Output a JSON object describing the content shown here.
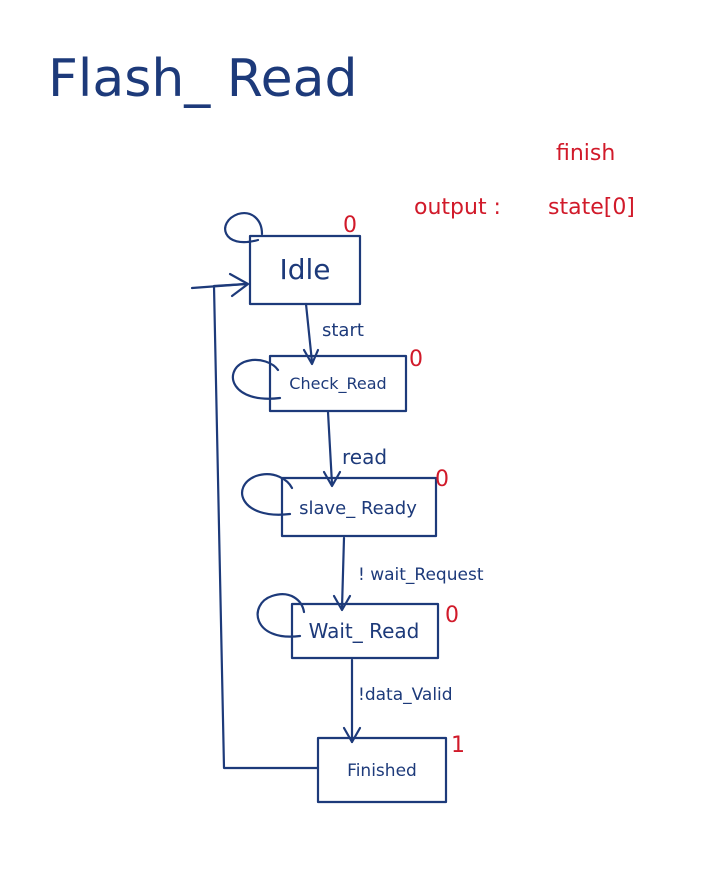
{
  "title": "Flash_ Read",
  "output": {
    "label": "output :",
    "signal_name": "finish",
    "signal_expr": "state[0]"
  },
  "states": [
    {
      "id": "idle",
      "label": "Idle",
      "output": "0"
    },
    {
      "id": "check_read",
      "label": "Check_Read",
      "output": "0"
    },
    {
      "id": "slave_ready",
      "label": "slave_ Ready",
      "output": "0"
    },
    {
      "id": "wait_read",
      "label": "Wait_ Read",
      "output": "0"
    },
    {
      "id": "finished",
      "label": "Finished",
      "output": "1"
    }
  ],
  "transitions": [
    {
      "from": "idle",
      "to": "check_read",
      "label": "start"
    },
    {
      "from": "check_read",
      "to": "slave_ready",
      "label": "read"
    },
    {
      "from": "slave_ready",
      "to": "wait_read",
      "label": "! wait_Request"
    },
    {
      "from": "wait_read",
      "to": "finished",
      "label": "!data_Valid"
    },
    {
      "from": "finished",
      "to": "idle",
      "label": ""
    }
  ],
  "colors": {
    "ink_blue": "#1d3a7a",
    "ink_red": "#d11a2a"
  }
}
